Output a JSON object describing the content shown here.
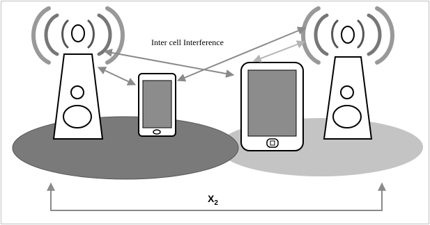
{
  "labels": {
    "interference": "Inter cell Interference",
    "distance_main": "X",
    "distance_sub": "2"
  },
  "colors": {
    "left_cell": "#7a7a7a",
    "right_cell": "#c4c4c4",
    "screen": "#8c8c8c",
    "arrow_dark": "#8a8a8a",
    "arrow_light": "#b4b4b4",
    "stroke": "#000000",
    "frame": "#c0c0c0"
  },
  "icons": {
    "left_base_station": "cell-tower-icon",
    "right_base_station": "cell-tower-icon",
    "small_device": "smartphone-icon",
    "large_device": "tablet-icon"
  }
}
